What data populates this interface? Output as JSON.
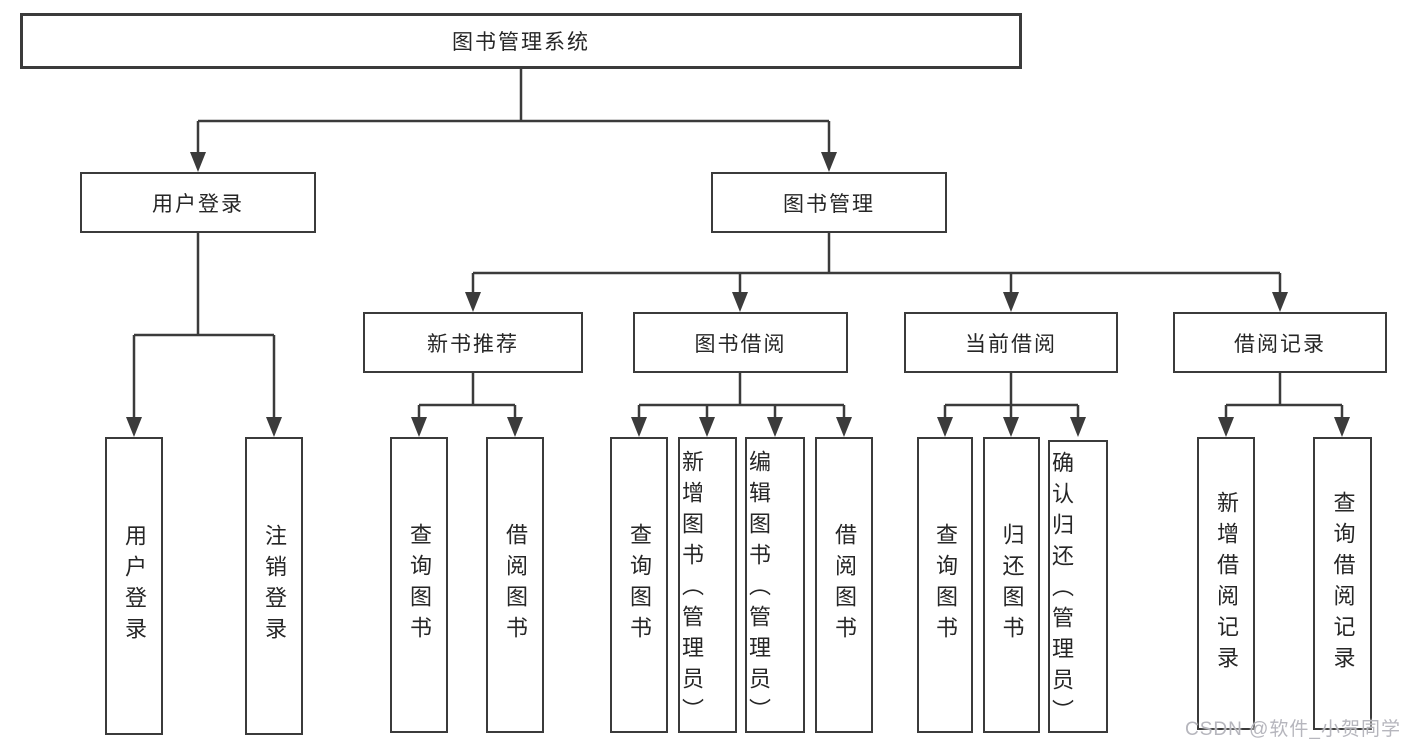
{
  "tree": {
    "label": "图书管理系统",
    "children": [
      {
        "label": "用户登录",
        "children": [
          {
            "label": "用户登录"
          },
          {
            "label": "注销登录"
          }
        ]
      },
      {
        "label": "图书管理",
        "children": [
          {
            "label": "新书推荐",
            "children": [
              {
                "label": "查询图书"
              },
              {
                "label": "借阅图书"
              }
            ]
          },
          {
            "label": "图书借阅",
            "children": [
              {
                "label": "查询图书"
              },
              {
                "label": "新增图书（管理员）"
              },
              {
                "label": "编辑图书（管理员）"
              },
              {
                "label": "借阅图书"
              }
            ]
          },
          {
            "label": "当前借阅",
            "children": [
              {
                "label": "查询图书"
              },
              {
                "label": "归还图书"
              },
              {
                "label": "确认归还（管理员）"
              }
            ]
          },
          {
            "label": "借阅记录",
            "children": [
              {
                "label": "新增借阅记录"
              },
              {
                "label": "查询借阅记录"
              }
            ]
          }
        ]
      }
    ]
  },
  "watermark": "CSDN @软件_小贺同学",
  "colors": {
    "line": "#3b3b3b",
    "text": "#262626",
    "watermark": "#b6b6bd"
  }
}
